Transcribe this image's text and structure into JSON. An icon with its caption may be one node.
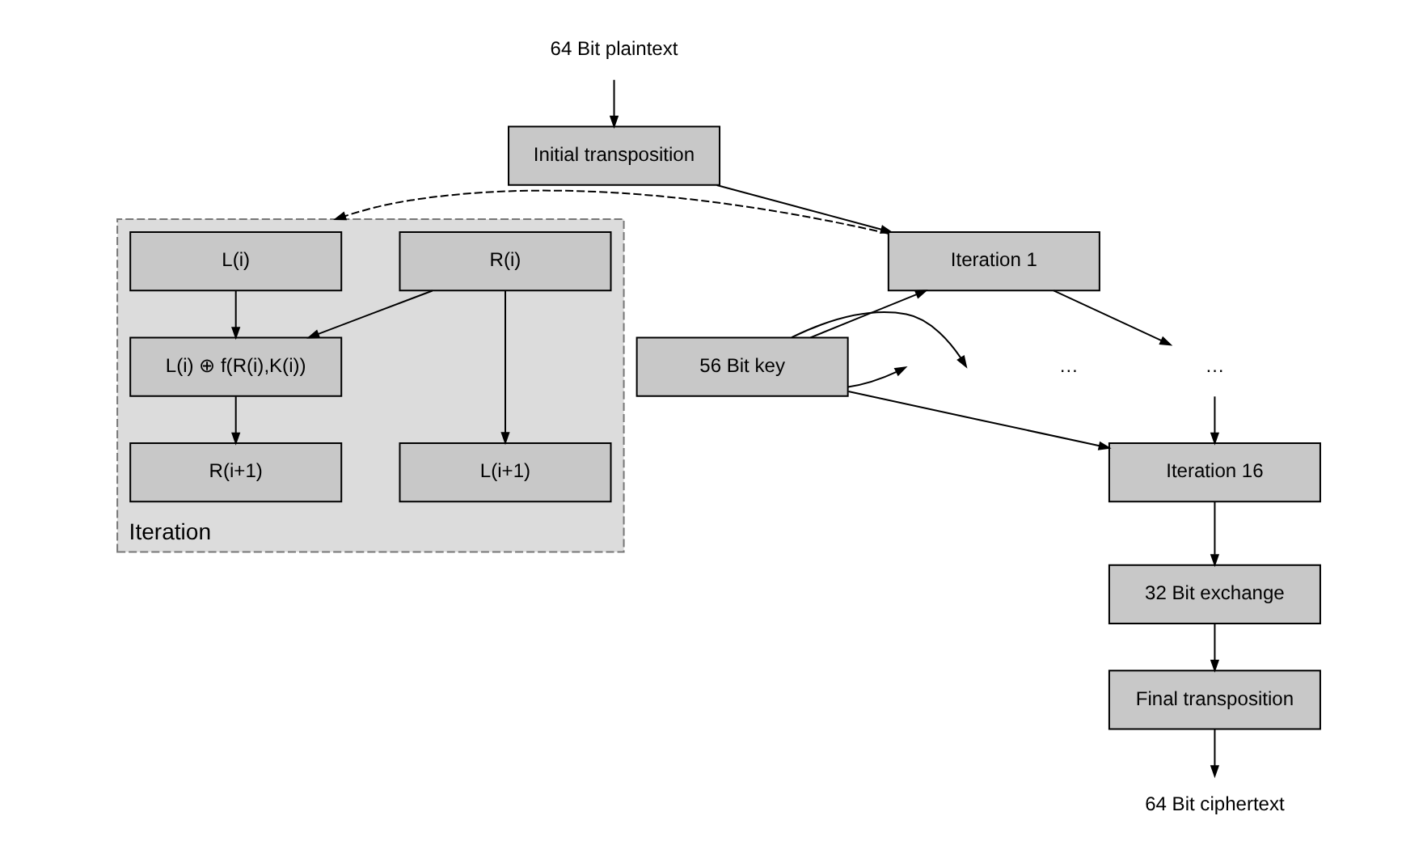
{
  "diagram": {
    "nodes": [
      {
        "text": [
          "64 Bit plaintext"
        ]
      },
      {
        "text": [
          "Initial transposition"
        ]
      },
      {
        "text": [
          "Iteration 1"
        ]
      },
      {
        "text": [
          "…"
        ]
      },
      {
        "text": [
          "Iteration 16"
        ]
      },
      {
        "text": [
          "32 Bit exchange"
        ]
      },
      {
        "text": [
          "Final transposition"
        ]
      },
      {
        "text": [
          "64 Bit ciphertext"
        ]
      },
      {
        "text": [
          "56 Bit key"
        ]
      },
      {
        "text": [
          "Iteration"
        ]
      },
      {
        "text": [
          "L(i)"
        ],
        "in": 9
      },
      {
        "text": [
          "R(i)"
        ],
        "in": 9
      },
      {
        "text": [
          "L(i) ⊕ f(R(i),K(i))"
        ],
        "in": 9
      },
      {
        "text": [
          "L(i+1)"
        ],
        "in": 9
      },
      {
        "text": [
          "R(i+1)"
        ],
        "in": 9
      }
    ],
    "edges": [
      {
        "from": 0,
        "to": 1,
        "arrow": "to"
      },
      {
        "from": 1,
        "to": 2,
        "arrow": "to"
      },
      {
        "from": 2,
        "to": 3,
        "arrow": "to"
      },
      {
        "from": 3,
        "to": 4,
        "arrow": "to"
      },
      {
        "from": 4,
        "to": 5,
        "arrow": "to"
      },
      {
        "from": 5,
        "to": 6,
        "arrow": "to"
      },
      {
        "from": 6,
        "to": 7,
        "arrow": "to"
      },
      {
        "from": 8,
        "to": 2,
        "arrow": "to"
      },
      {
        "from": 8,
        "to": null,
        "arrow": "to"
      },
      {
        "from": 8,
        "to": null,
        "arrow": "to"
      },
      {
        "from": 8,
        "to": 4,
        "arrow": "to"
      },
      {
        "from": 2,
        "to": 9,
        "arrow": "to",
        "style": "dashed"
      },
      {
        "from": 10,
        "to": 12,
        "arrow": "to"
      },
      {
        "from": 11,
        "to": 12,
        "arrow": "to"
      },
      {
        "from": 11,
        "to": 13,
        "arrow": "to"
      },
      {
        "from": 12,
        "to": 14,
        "arrow": "to"
      }
    ],
    "labels": [
      "…"
    ]
  }
}
